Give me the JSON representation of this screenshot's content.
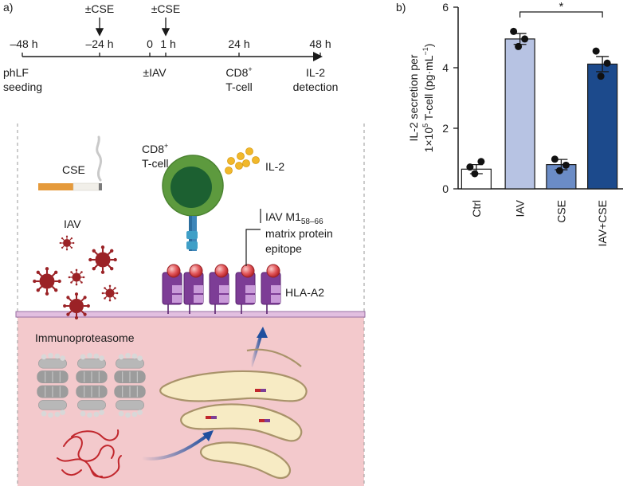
{
  "panel_a": {
    "label": "a)",
    "timeline": {
      "ticks": [
        {
          "time": "–48 h",
          "event": "phLF\nseeding"
        },
        {
          "time": "–24 h",
          "above": "±CSE"
        },
        {
          "time": "0",
          "event": "±IAV"
        },
        {
          "time": "1 h",
          "above": "±CSE"
        },
        {
          "time": "24 h",
          "event": "CD8+\nT-cell"
        },
        {
          "time": "48 h",
          "event": "IL-2\ndetection"
        }
      ]
    },
    "schematic": {
      "cse": "CSE",
      "iav": "IAV",
      "cd8_line1": "CD8",
      "cd8_sup": "+",
      "cd8_line2": "T-cell",
      "il2": "IL-2",
      "epitope_line1_prefix": "IAV M1",
      "epitope_line1_sub": "58–66",
      "epitope_line2": "matrix protein",
      "epitope_line3": "epitope",
      "hla": "HLA-A2",
      "immunoproteasome": "Immunoproteasome"
    }
  },
  "panel_b": {
    "label": "b)",
    "significance": "*"
  },
  "chart_data": {
    "type": "bar",
    "categories": [
      "Ctrl",
      "IAV",
      "CSE",
      "IAV+CSE"
    ],
    "values": [
      0.65,
      4.95,
      0.8,
      4.12
    ],
    "errors": [
      0.15,
      0.18,
      0.17,
      0.25
    ],
    "points": [
      [
        0.72,
        0.9,
        0.5
      ],
      [
        5.2,
        4.95,
        4.7
      ],
      [
        0.98,
        0.78,
        0.6
      ],
      [
        4.55,
        4.15,
        3.72
      ]
    ],
    "colors": [
      "#ffffff",
      "#b7c3e3",
      "#6b8cc6",
      "#1c4a8c"
    ],
    "ylim": [
      0,
      6
    ],
    "yticks": [
      0,
      2,
      4,
      6
    ],
    "ylabel_line1": "IL-2 secretion per",
    "ylabel_line2_prefix": "1×10",
    "ylabel_line2_sup": "5",
    "ylabel_line2_mid": " T-cell (pg·mL",
    "ylabel_line2_sup2": "−1",
    "ylabel_line2_end": ")"
  }
}
